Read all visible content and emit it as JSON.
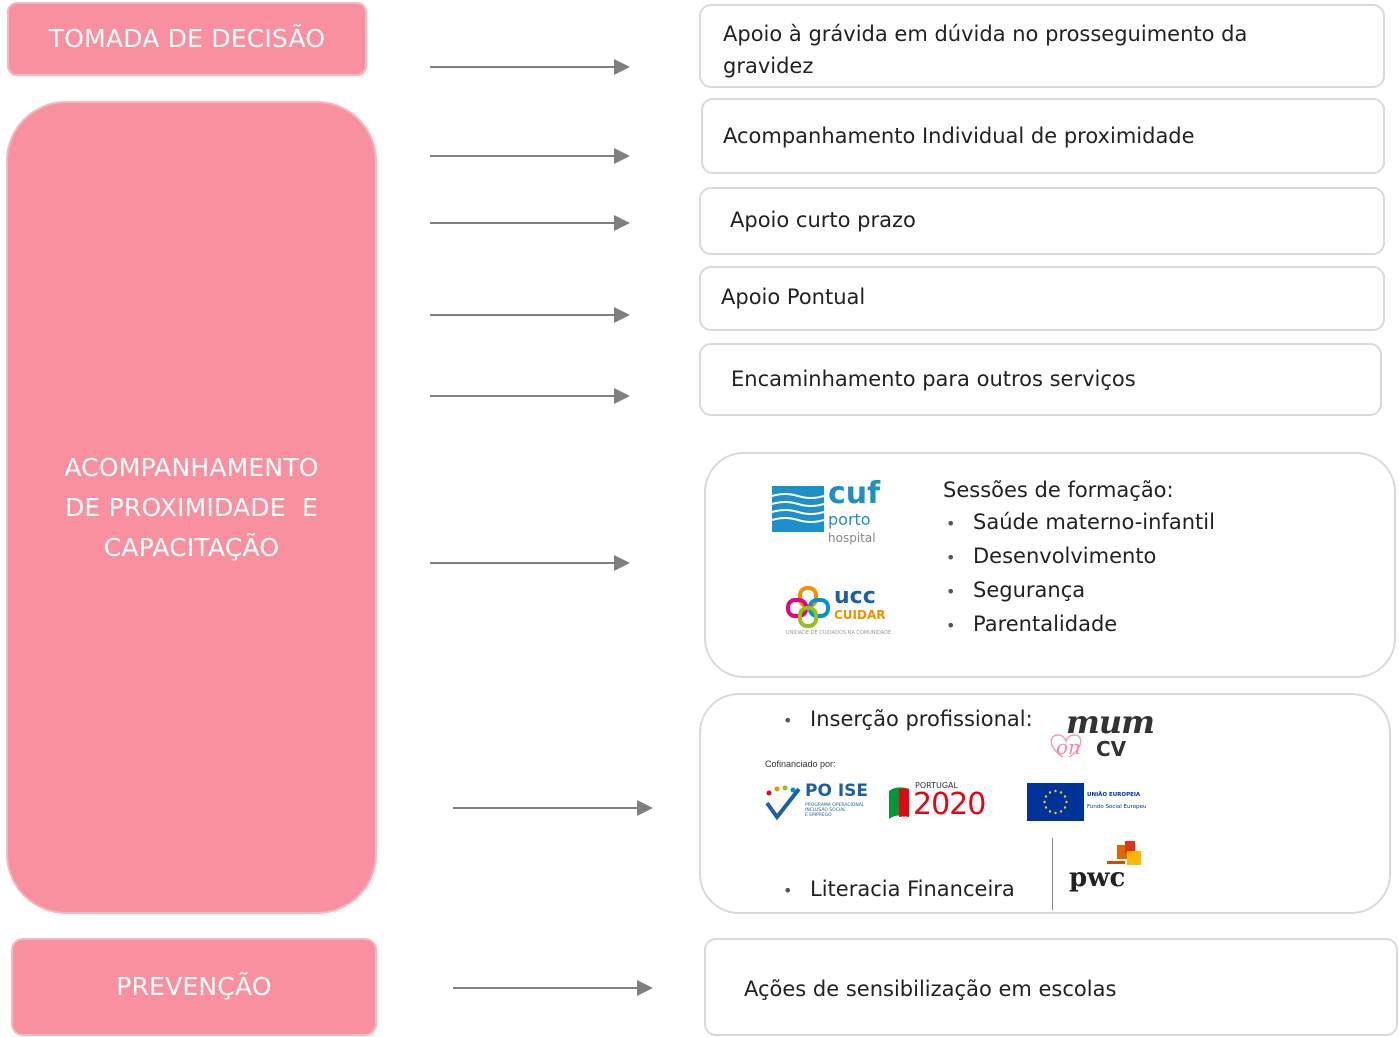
{
  "left": {
    "decision": "TOMADA DE DECISÃO",
    "accompaniment": [
      "ACOMPANHAMENTO",
      "DE PROXIMIDADE  E",
      "CAPACITAÇÃO"
    ],
    "prevention": "PREVENÇÃO"
  },
  "boxes": {
    "b1": [
      "Apoio à grávida em dúvida no prosseguimento da",
      "gravidez"
    ],
    "b2": "Acompanhamento Individual de proximidade",
    "b3": "Apoio curto prazo",
    "b4": "Apoio Pontual",
    "b5": "Encaminhamento para outros serviços",
    "b8": "Ações de sensibilização em escolas"
  },
  "training": {
    "title": "Sessões de formação:",
    "items": [
      "Saúde materno-infantil",
      "Desenvolvimento",
      "Segurança",
      "Parentalidade"
    ]
  },
  "employment": {
    "insertion": "Inserção profissional:",
    "literacy": "Literacia Financeira"
  },
  "logos": {
    "cuf": {
      "word": "cuf",
      "sub1": "porto",
      "sub2": "hospital"
    },
    "ucc": {
      "word": "ucc",
      "sub": "CUIDAR",
      "tag": "UNIDADE DE CUIDADOS NA COMUNIDADE"
    },
    "mum": {
      "word": "mum",
      "sub": "CV",
      "on": "on"
    },
    "cofin": "Cofinanciado por:",
    "poise": {
      "word": "PO ISE",
      "lines": [
        "PROGRAMA OPERACIONAL",
        "INCLUSÃO SOCIAL",
        "E EMPREGO"
      ]
    },
    "portugal2020": {
      "top": "PORTUGAL",
      "year": "2020"
    },
    "eu": {
      "line1": "UNIÃO EUROPEIA",
      "line2": "Fundo Social Europeu"
    },
    "pwc": "pwc"
  },
  "colors": {
    "pink": "#f9909f",
    "arrow": "#7f7f7f",
    "border": "#d9d9d9"
  }
}
